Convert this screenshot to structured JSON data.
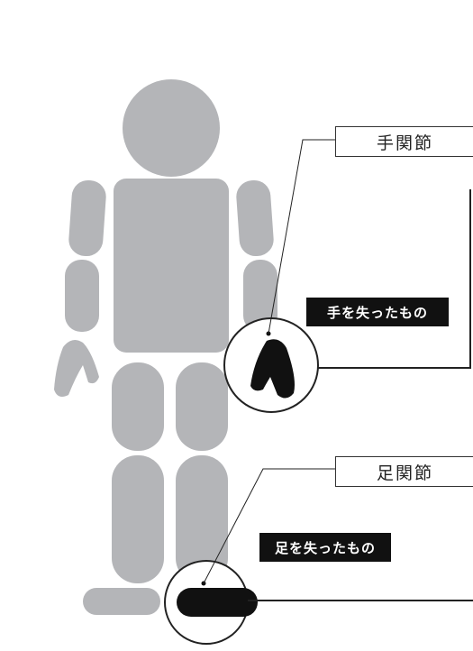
{
  "labels": {
    "wrist_joint": "手関節",
    "lost_hand": "手を失ったもの",
    "ankle_joint": "足関節",
    "lost_foot": "足を失ったもの"
  },
  "colors": {
    "body": "#b4b5b8",
    "highlight": "#111111",
    "line": "#222222"
  }
}
